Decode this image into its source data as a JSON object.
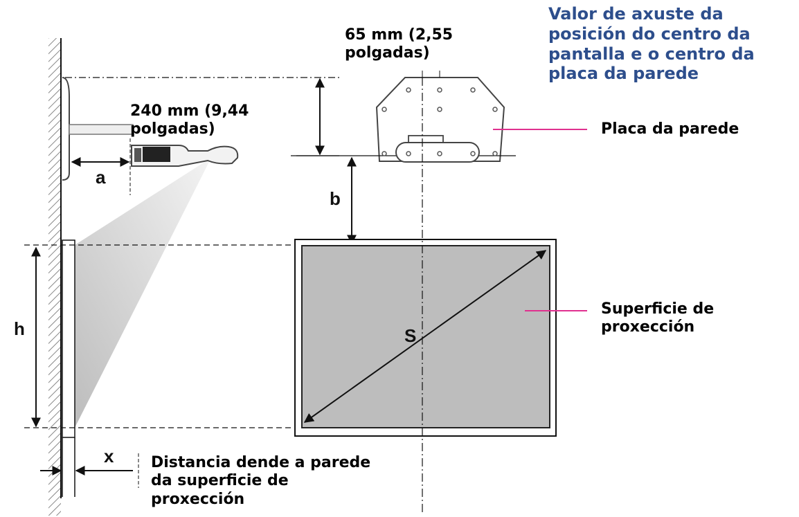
{
  "colors": {
    "title": "#2d4e8c",
    "leader": "#e0308f",
    "screen_fill": "#bdbdbd",
    "line": "#111111"
  },
  "labels": {
    "title": "Valor de axuste da posición do centro da pantalla e o centro da placa da parede",
    "offset_65": "65 mm (2,55 polgadas)",
    "offset_240": "240 mm (9,44 polgadas)",
    "wall_plate": "Placa da parede",
    "projection_surface": "Superficie de proxección",
    "distance": "Distancia dende a parede da superficie de proxección"
  },
  "dimension_letters": {
    "a": "a",
    "b": "b",
    "h": "h",
    "s": "S",
    "x": "x"
  }
}
